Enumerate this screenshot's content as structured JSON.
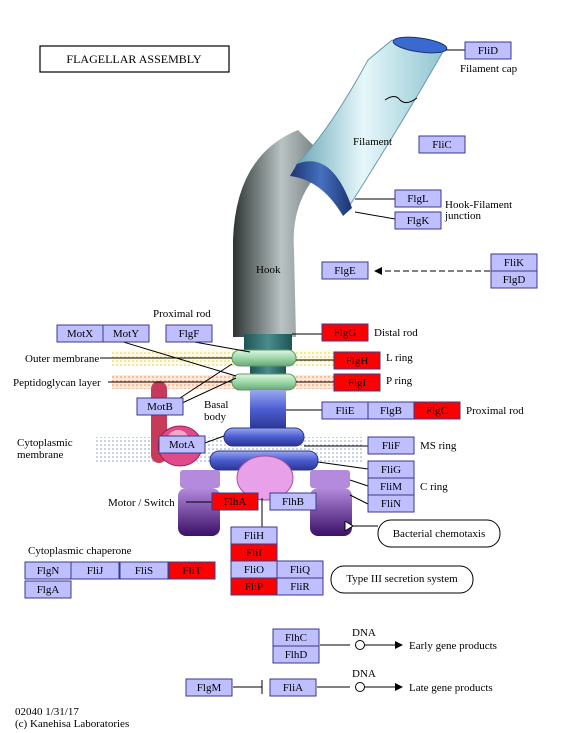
{
  "title": "FLAGELLAR ASSEMBLY",
  "colors": {
    "gene_default": "#bfbfff",
    "gene_highlight": "#ff0000",
    "border": "#3a3a8a"
  },
  "genes": {
    "FliD": {
      "label": "FliD",
      "state": "default"
    },
    "FliC": {
      "label": "FliC",
      "state": "default"
    },
    "FlgL": {
      "label": "FlgL",
      "state": "default"
    },
    "FlgK": {
      "label": "FlgK",
      "state": "default"
    },
    "FlgE": {
      "label": "FlgE",
      "state": "default"
    },
    "FliK": {
      "label": "FliK",
      "state": "default"
    },
    "FlgD": {
      "label": "FlgD",
      "state": "default"
    },
    "MotX": {
      "label": "MotX",
      "state": "default"
    },
    "MotY": {
      "label": "MotY",
      "state": "default"
    },
    "FlgF": {
      "label": "FlgF",
      "state": "default"
    },
    "FlgG": {
      "label": "FlgG",
      "state": "highlight"
    },
    "FlgH": {
      "label": "FlgH",
      "state": "highlight"
    },
    "FlgI": {
      "label": "FlgI",
      "state": "highlight"
    },
    "MotB": {
      "label": "MotB",
      "state": "default"
    },
    "FliE": {
      "label": "FliE",
      "state": "default"
    },
    "FlgB": {
      "label": "FlgB",
      "state": "default"
    },
    "FlgC": {
      "label": "FlgC",
      "state": "highlight"
    },
    "MotA": {
      "label": "MotA",
      "state": "default"
    },
    "FliF": {
      "label": "FliF",
      "state": "default"
    },
    "FliG": {
      "label": "FliG",
      "state": "default"
    },
    "FliM": {
      "label": "FliM",
      "state": "default"
    },
    "FliN": {
      "label": "FliN",
      "state": "default"
    },
    "FlhA": {
      "label": "FlhA",
      "state": "highlight"
    },
    "FlhB": {
      "label": "FlhB",
      "state": "default"
    },
    "FliH": {
      "label": "FliH",
      "state": "default"
    },
    "FliI": {
      "label": "FliI",
      "state": "highlight"
    },
    "FliO": {
      "label": "FliO",
      "state": "default"
    },
    "FliQ": {
      "label": "FliQ",
      "state": "default"
    },
    "FliP": {
      "label": "FliP",
      "state": "highlight"
    },
    "FliR": {
      "label": "FliR",
      "state": "default"
    },
    "FlgN": {
      "label": "FlgN",
      "state": "default"
    },
    "FliJ": {
      "label": "FliJ",
      "state": "default"
    },
    "FliS": {
      "label": "FliS",
      "state": "default"
    },
    "FliT": {
      "label": "FliT",
      "state": "highlight"
    },
    "FlgA": {
      "label": "FlgA",
      "state": "default"
    },
    "FlhC": {
      "label": "FlhC",
      "state": "default"
    },
    "FlhD": {
      "label": "FlhD",
      "state": "default"
    },
    "FlgM": {
      "label": "FlgM",
      "state": "default"
    },
    "FliA": {
      "label": "FliA",
      "state": "default"
    }
  },
  "labels": {
    "filament_cap": "Filament cap",
    "filament": "Filament",
    "hook_filament_junction_1": "Hook-Filament",
    "hook_filament_junction_2": "junction",
    "hook": "Hook",
    "proximal_rod_top": "Proximal rod",
    "distal_rod": "Distal rod",
    "outer_membrane": "Outer membrane",
    "l_ring": "L ring",
    "peptidoglycan_layer": "Peptidoglycan layer",
    "p_ring": "P ring",
    "basal_body_1": "Basal",
    "basal_body_2": "body",
    "proximal_rod_right": "Proximal rod",
    "cytoplasmic_membrane_1": "Cytoplasmic",
    "cytoplasmic_membrane_2": "membrane",
    "ms_ring": "MS ring",
    "c_ring": "C ring",
    "motor_switch": "Motor / Switch",
    "bacterial_chemotaxis": "Bacterial chemotaxis",
    "cytoplasmic_chaperone": "Cytoplasmic chaperone",
    "type3_secretion": "Type III secretion system",
    "dna_1": "DNA",
    "early_gene_products": "Early gene products",
    "dna_2": "DNA",
    "late_gene_products": "Late gene products",
    "footer_line1": "02040 1/31/17",
    "footer_line2": "(c) Kanehisa Laboratories"
  }
}
